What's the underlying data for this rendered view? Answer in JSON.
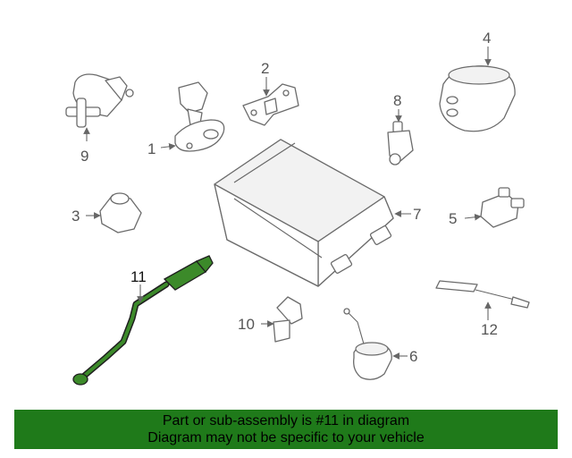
{
  "diagram": {
    "callouts": [
      "1",
      "2",
      "3",
      "4",
      "5",
      "6",
      "7",
      "8",
      "9",
      "10",
      "11",
      "12"
    ],
    "highlight_color": "#2d7a1f",
    "highlight_part": "11"
  },
  "banner": {
    "line1": "Part or sub-assembly is #11 in diagram",
    "line2": "Diagram may not be specific to your vehicle",
    "background": "#1f7a1a"
  }
}
